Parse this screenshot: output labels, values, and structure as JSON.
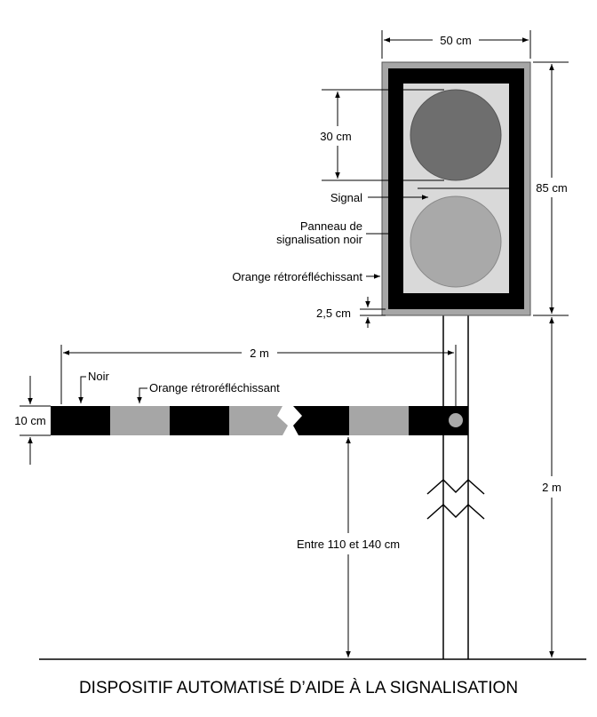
{
  "title": "DISPOSITIF AUTOMATISÉ D’AIDE À LA SIGNALISATION",
  "labels": {
    "width_50cm": "50 cm",
    "height_85cm": "85 cm",
    "lamp_30cm": "30 cm",
    "signal": "Signal",
    "panel_line1": "Panneau de",
    "panel_line2": "signalisation noir",
    "orange_frame": "Orange rétroréfléchissant",
    "border_25cm": "2,5 cm",
    "arm_2m": "2 m",
    "noir": "Noir",
    "orange_arm": "Orange rétroréfléchissant",
    "arm_10cm": "10 cm",
    "mast_2m": "2 m",
    "arm_height": "Entre 110 et 140 cm"
  },
  "colors": {
    "black": "#000000",
    "orange_retroreflective": "#a6a6a6",
    "signal_panel": "#d9d9d9",
    "lamp_top": "#6e6e6e",
    "lamp_bottom": "#a9a9a9"
  }
}
